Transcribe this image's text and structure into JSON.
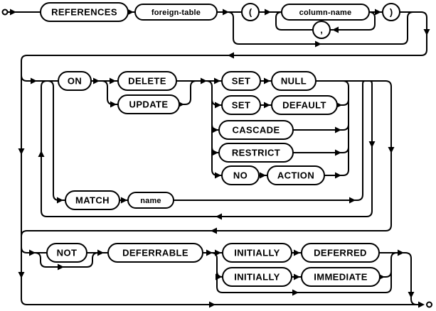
{
  "diagram": {
    "kind": "railroad-syntax-diagram",
    "background_color": "#ffffff",
    "line_color": "#000000",
    "nodes": {
      "references": {
        "label": "REFERENCES",
        "type": "keyword"
      },
      "foreign_table": {
        "label": "foreign-table",
        "type": "nonterminal"
      },
      "lparen": {
        "label": "(",
        "type": "punctuation"
      },
      "column_name": {
        "label": "column-name",
        "type": "nonterminal"
      },
      "comma": {
        "label": ",",
        "type": "punctuation"
      },
      "rparen": {
        "label": ")",
        "type": "punctuation"
      },
      "on": {
        "label": "ON",
        "type": "keyword"
      },
      "delete": {
        "label": "DELETE",
        "type": "keyword"
      },
      "update": {
        "label": "UPDATE",
        "type": "keyword"
      },
      "set1": {
        "label": "SET",
        "type": "keyword"
      },
      "null": {
        "label": "NULL",
        "type": "keyword"
      },
      "set2": {
        "label": "SET",
        "type": "keyword"
      },
      "default": {
        "label": "DEFAULT",
        "type": "keyword"
      },
      "cascade": {
        "label": "CASCADE",
        "type": "keyword"
      },
      "restrict": {
        "label": "RESTRICT",
        "type": "keyword"
      },
      "no": {
        "label": "NO",
        "type": "keyword"
      },
      "action": {
        "label": "ACTION",
        "type": "keyword"
      },
      "match": {
        "label": "MATCH",
        "type": "keyword"
      },
      "name": {
        "label": "name",
        "type": "nonterminal"
      },
      "not": {
        "label": "NOT",
        "type": "keyword"
      },
      "deferrable": {
        "label": "DEFERRABLE",
        "type": "keyword"
      },
      "initially1": {
        "label": "INITIALLY",
        "type": "keyword"
      },
      "deferred": {
        "label": "DEFERRED",
        "type": "keyword"
      },
      "initially2": {
        "label": "INITIALLY",
        "type": "keyword"
      },
      "immediate": {
        "label": "IMMEDIATE",
        "type": "keyword"
      }
    }
  }
}
